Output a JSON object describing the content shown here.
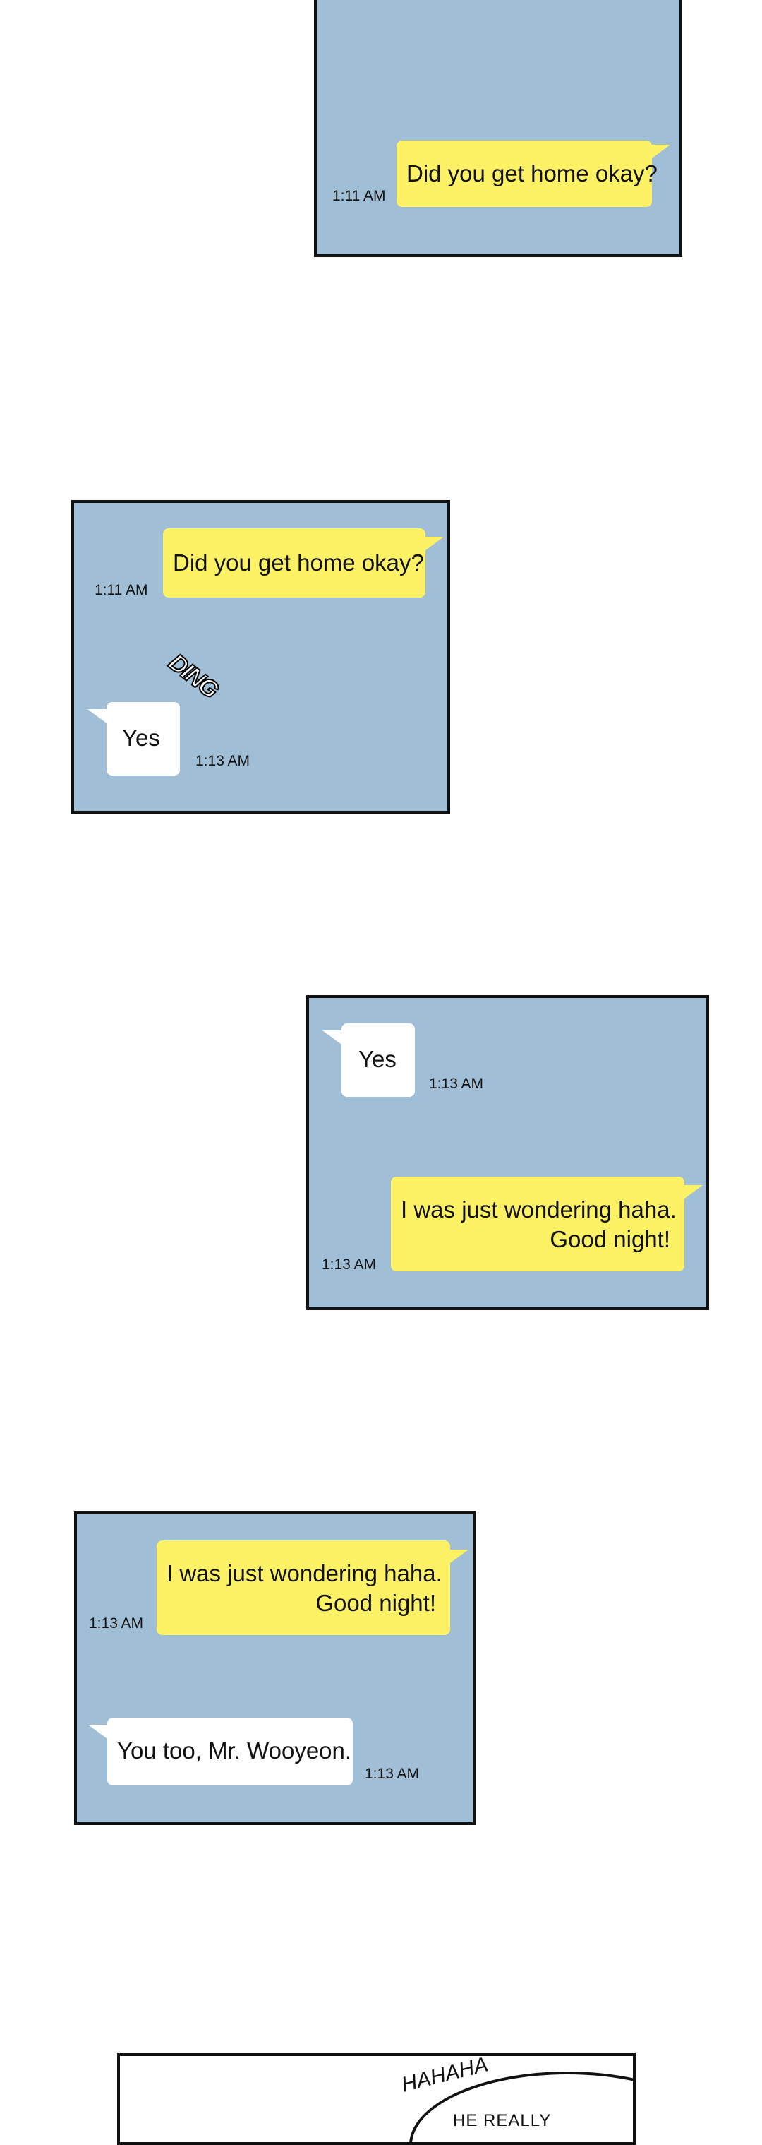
{
  "panel1": {
    "me_message": "Did you get home okay?",
    "me_time": "1:11 AM"
  },
  "panel2": {
    "me_message": "Did you get home okay?",
    "me_time": "1:11 AM",
    "sound_effect": "DING",
    "reply": "Yes",
    "reply_time": "1:13 AM"
  },
  "panel3": {
    "reply": "Yes",
    "reply_time": "1:13 AM",
    "me_message_line1": "I was just wondering haha.",
    "me_message_line2": "Good night!",
    "me_time": "1:13 AM"
  },
  "panel4": {
    "me_message_line1": "I was just wondering haha.",
    "me_message_line2": "Good night!",
    "me_time": "1:13 AM",
    "reply": "You too, Mr. Wooyeon.",
    "reply_time": "1:13 AM"
  },
  "panel5": {
    "sound_effect": "HAHAHA",
    "speech_partial": "HE REALLY"
  }
}
